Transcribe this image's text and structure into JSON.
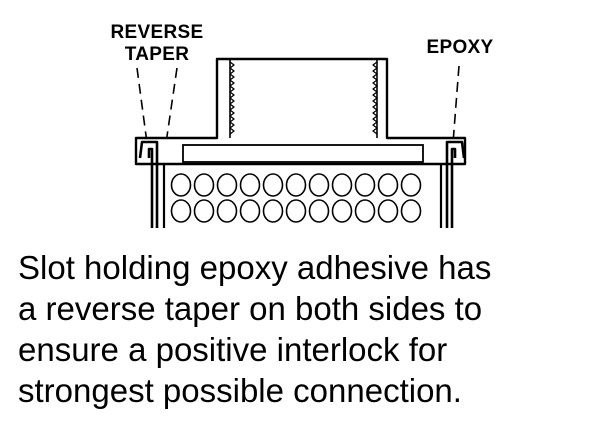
{
  "labels": {
    "reverse_taper": [
      "REVERSE",
      "TAPER"
    ],
    "epoxy": "EPOXY"
  },
  "caption": [
    "Slot holding epoxy adhesive has",
    "a reverse taper on both sides to",
    "ensure a positive interlock for",
    "strongest possible connection."
  ],
  "colors": {
    "ink": "#000000",
    "background": "#ffffff"
  }
}
